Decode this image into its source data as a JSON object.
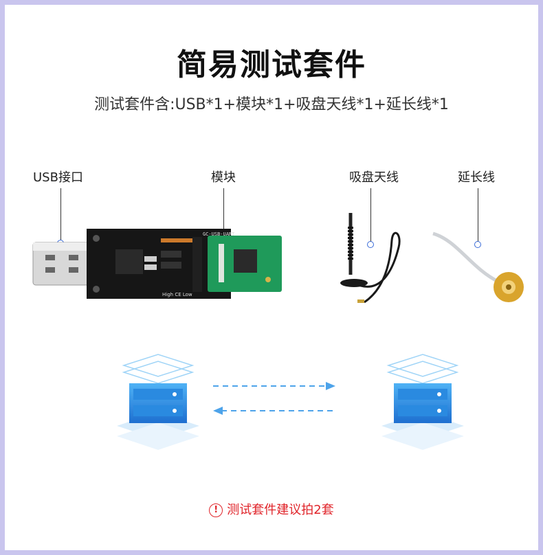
{
  "header": {
    "title": "简易测试套件",
    "subtitle": "测试套件含:USB*1+模块*1+吸盘天线*1+延长线*1"
  },
  "components": [
    {
      "key": "usb",
      "label": "USB接口"
    },
    {
      "key": "module",
      "label": "模块"
    },
    {
      "key": "antenna",
      "label": "吸盘天线"
    },
    {
      "key": "extension",
      "label": "延长线"
    }
  ],
  "board": {
    "silk": "GC-USB-UART",
    "silk_bottom": "High CE Low"
  },
  "diagram": {
    "left_icon": "server-icon",
    "right_icon": "server-icon",
    "arrow_right": "dashed-arrow-right",
    "arrow_left": "dashed-arrow-left",
    "accent": "#2f8fe6"
  },
  "notice": {
    "icon": "!",
    "text": "测试套件建议拍2套"
  },
  "colors": {
    "frame": "#c9c5ee",
    "warn": "#e0242a",
    "pointer": "#3a6bd8"
  }
}
